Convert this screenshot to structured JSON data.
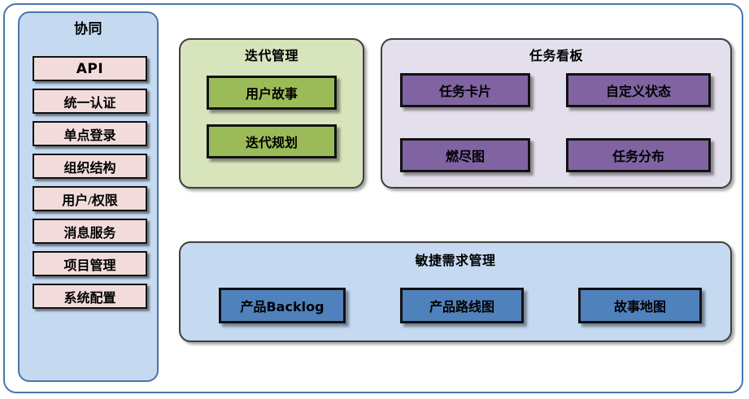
{
  "diagram": {
    "title_colors": {
      "frame_border": "#4a75ab",
      "sidebar_bg": "#c5d9f1",
      "chip_bg": "#f2dcdb",
      "iteration_bg": "#d8e4bc",
      "iteration_box": "#9bbb59",
      "taskboard_bg": "#e4dfec",
      "taskboard_box": "#8064a2",
      "agile_bg": "#c5d9f1",
      "agile_box": "#4f81bd",
      "box_border": "#111111"
    }
  },
  "sidebar": {
    "title": "协同",
    "items": [
      {
        "label": "API"
      },
      {
        "label": "统一认证"
      },
      {
        "label": "单点登录"
      },
      {
        "label": "组织结构"
      },
      {
        "label": "用户/权限"
      },
      {
        "label": "消息服务"
      },
      {
        "label": "项目管理"
      },
      {
        "label": "系统配置"
      }
    ]
  },
  "iteration_panel": {
    "title": "迭代管理",
    "boxes": [
      {
        "label": "用户故事"
      },
      {
        "label": "迭代规划"
      }
    ]
  },
  "taskboard_panel": {
    "title": "任务看板",
    "boxes": [
      {
        "label": "任务卡片"
      },
      {
        "label": "自定义状态"
      },
      {
        "label": "燃尽图"
      },
      {
        "label": "任务分布"
      }
    ]
  },
  "agile_panel": {
    "title": "敏捷需求管理",
    "boxes": [
      {
        "label": "产品Backlog"
      },
      {
        "label": "产品路线图"
      },
      {
        "label": "故事地图"
      }
    ]
  }
}
